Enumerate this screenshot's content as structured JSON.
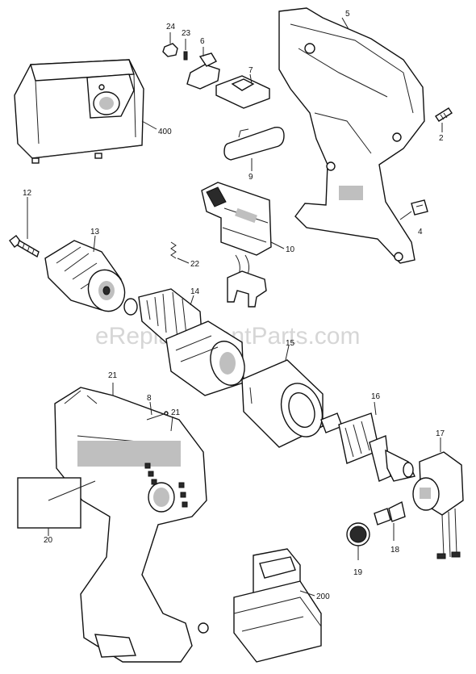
{
  "watermark": "eReplacementParts.com",
  "labels": {
    "p2": "2",
    "p4": "4",
    "p5": "5",
    "p6": "6",
    "p7": "7",
    "p8": "8",
    "p9": "9",
    "p10": "10",
    "p12": "12",
    "p13": "13",
    "p14": "14",
    "p15": "15",
    "p16": "16",
    "p17": "17",
    "p18": "18",
    "p19": "19",
    "p20": "20",
    "p21a": "21",
    "p21b": "21",
    "p22": "22",
    "p23": "23",
    "p24": "24",
    "p200": "200",
    "p400": "400"
  }
}
